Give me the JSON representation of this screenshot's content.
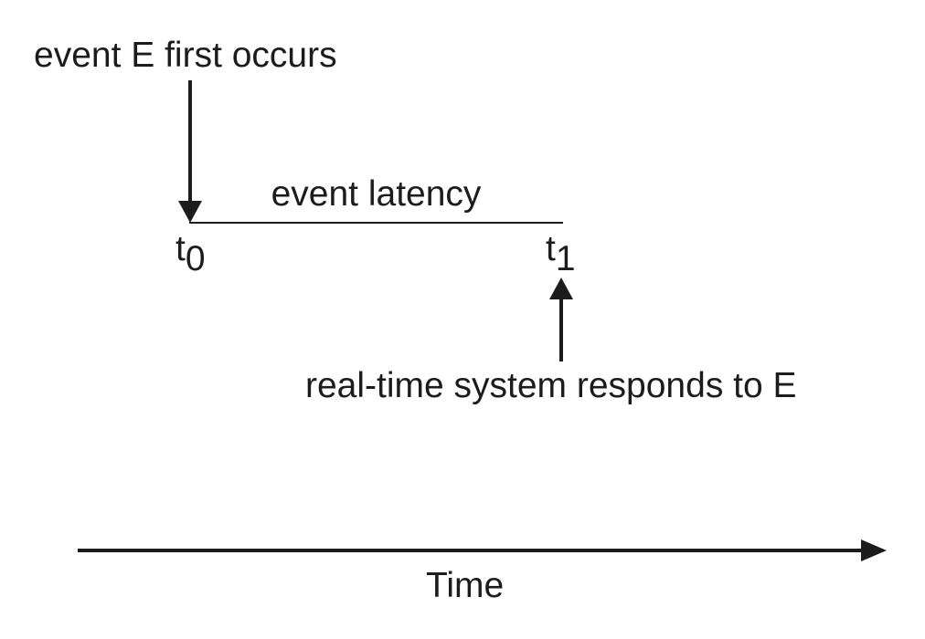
{
  "diagram": {
    "colors": {
      "ink": "#1c1c1c",
      "background": "#ffffff"
    },
    "labels": {
      "event_occurs": "event E first occurs",
      "event_latency": "event latency",
      "t0": {
        "base": "t",
        "sub": "0"
      },
      "t1": {
        "base": "t",
        "sub": "1"
      },
      "system_responds": "real-time system responds to E",
      "time_axis": "Time"
    }
  }
}
